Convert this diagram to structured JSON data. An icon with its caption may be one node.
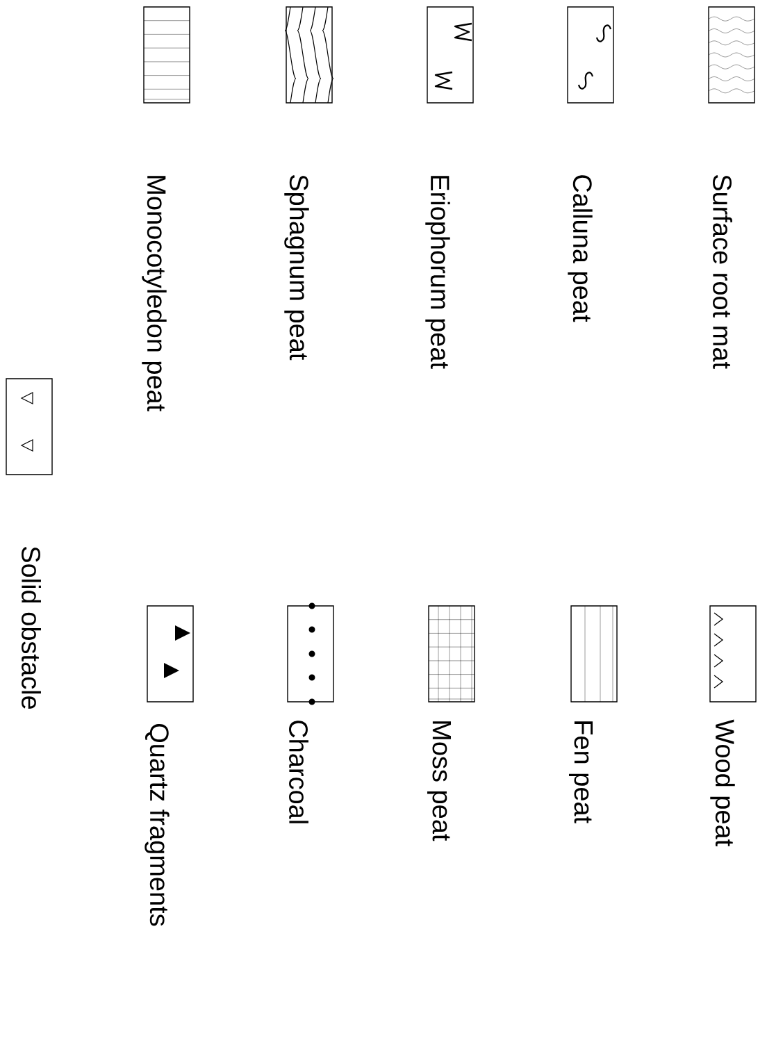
{
  "diagram": {
    "legend": [
      {
        "text": "Surface root mat"
      },
      {
        "text": "Calluna peat"
      },
      {
        "text": "Eriophorum peat"
      },
      {
        "text": "Sphagnum peat"
      },
      {
        "text": "Monocotyledon peat"
      },
      {
        "text": "Wood peat"
      },
      {
        "text": "Fen peat"
      },
      {
        "text": "Moss peat"
      },
      {
        "text": "Charcoal"
      },
      {
        "text": "Quartz fragments"
      },
      {
        "text": "Solid obstacle"
      }
    ]
  }
}
